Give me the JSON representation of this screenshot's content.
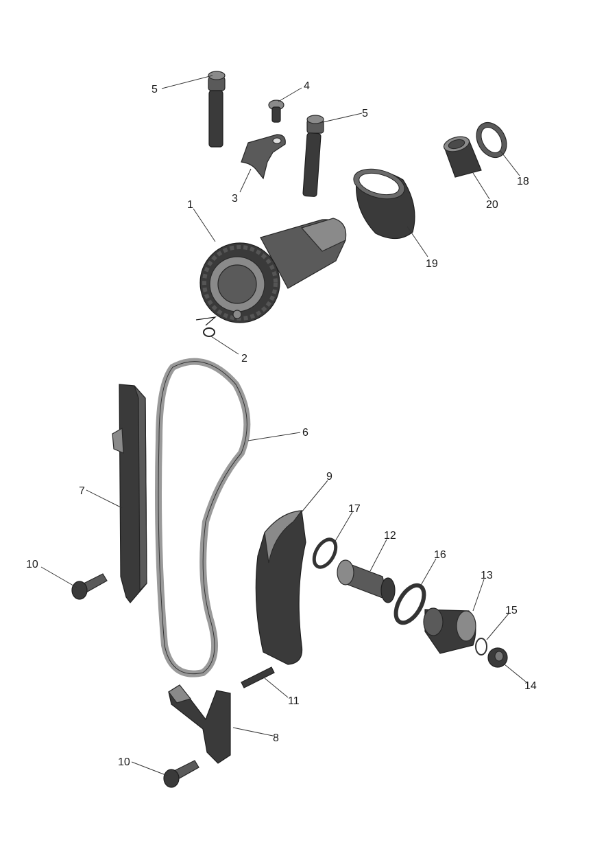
{
  "callouts": {
    "c1": "1",
    "c2": "2",
    "c3": "3",
    "c4": "4",
    "c5a": "5",
    "c5b": "5",
    "c6": "6",
    "c7": "7",
    "c8": "8",
    "c9": "9",
    "c10a": "10",
    "c10b": "10",
    "c11": "11",
    "c12": "12",
    "c13": "13",
    "c14": "14",
    "c15": "15",
    "c16": "16",
    "c17": "17",
    "c18": "18",
    "c19": "19",
    "c20": "20"
  },
  "colors": {
    "part_dark": "#3a3a3a",
    "part_mid": "#5a5a5a",
    "part_light": "#8a8a8a",
    "chain": "#9a9a9a"
  }
}
